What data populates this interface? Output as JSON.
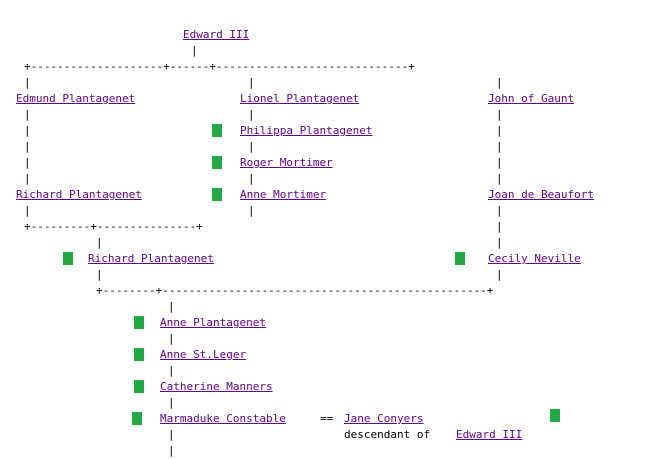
{
  "colors": {
    "link": "#660099",
    "marker": "#22aa44",
    "line": "#000000",
    "background": "#ffffff"
  },
  "tree": {
    "nodes": [
      {
        "id": "edward-iii",
        "name": "Edward III"
      },
      {
        "id": "edmund-plantagenet",
        "name": "Edmund Plantagenet"
      },
      {
        "id": "lionel-plantagenet",
        "name": "Lionel Plantagenet"
      },
      {
        "id": "john-of-gaunt",
        "name": "John of Gaunt"
      },
      {
        "id": "philippa-plantagenet",
        "name": "Philippa Plantagenet"
      },
      {
        "id": "roger-mortimer",
        "name": "Roger Mortimer"
      },
      {
        "id": "richard-plantagenet-1",
        "name": "Richard Plantagenet"
      },
      {
        "id": "anne-mortimer",
        "name": "Anne Mortimer"
      },
      {
        "id": "joan-de-beaufort",
        "name": "Joan de Beaufort"
      },
      {
        "id": "richard-plantagenet-2",
        "name": "Richard Plantagenet"
      },
      {
        "id": "cecily-neville",
        "name": "Cecily Neville"
      },
      {
        "id": "anne-plantagenet",
        "name": "Anne Plantagenet"
      },
      {
        "id": "anne-st-leger",
        "name": "Anne St.Leger"
      },
      {
        "id": "catherine-manners",
        "name": "Catherine Manners"
      },
      {
        "id": "marmaduke-constable",
        "name": "Marmaduke Constable"
      },
      {
        "id": "jane-conyers",
        "name": "Jane Conyers"
      },
      {
        "id": "edward-iii-ref",
        "name": "Edward III"
      }
    ],
    "marriage_symbol": "==",
    "descendant_prefix": "descendant of"
  }
}
